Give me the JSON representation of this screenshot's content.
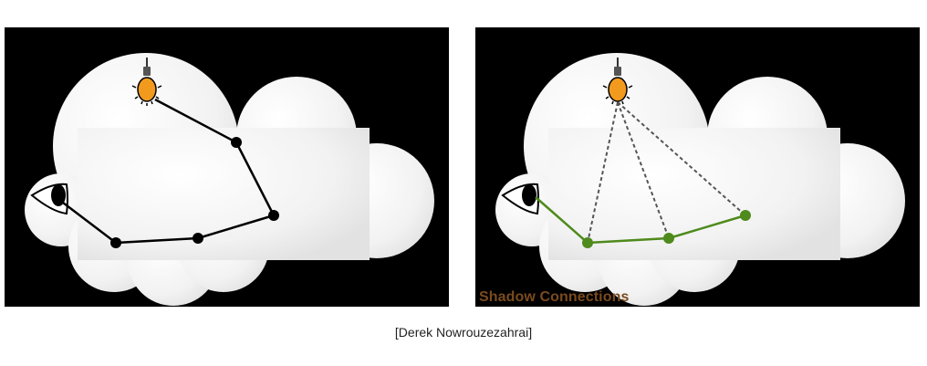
{
  "panels": [
    {
      "id": "direct-path",
      "label": "",
      "path_color": "#000000",
      "vertex_color": "#000000",
      "style": "connected-path"
    },
    {
      "id": "shadow-connections",
      "label": "Shadow Connections",
      "label_color": "#7a4a1e",
      "path_color": "#4e8a1c",
      "vertex_color": "#4e8a1c",
      "connection_color": "#555555",
      "style": "shadow-connections"
    }
  ],
  "caption": "[Derek Nowrouzezahrai]",
  "icons": {
    "light": "light-bulb-icon",
    "camera": "eye-icon"
  },
  "colors": {
    "background": "#000000",
    "cloud": "#f4f4f4",
    "bulb": "#f29a1e"
  }
}
